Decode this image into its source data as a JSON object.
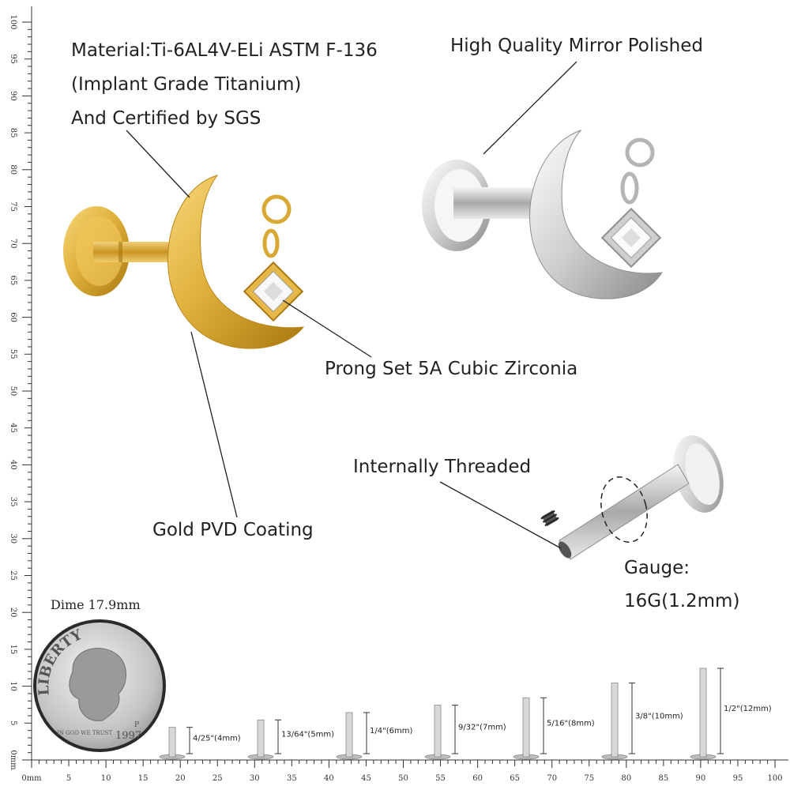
{
  "callouts": {
    "material_line1": "Material:Ti-6AL4V-ELi ASTM F-136",
    "material_line2": "(Implant Grade Titanium)",
    "material_line3": "And Certified by SGS",
    "polish": "High Quality Mirror Polished",
    "zirconia": "Prong Set 5A Cubic Zirconia",
    "gold": "Gold PVD Coating",
    "threaded": "Internally Threaded",
    "gauge_line1": "Gauge:",
    "gauge_line2": "16G(1.2mm)"
  },
  "dime": {
    "label": "Dime 17.9mm",
    "word_top": "LIBERTY",
    "motto": "IN GOD WE TRUST",
    "year": "1997",
    "mint": "P"
  },
  "ruler": {
    "left_labels": [
      "0mm",
      "5",
      "10",
      "15",
      "20",
      "25",
      "30",
      "35",
      "40",
      "45",
      "50",
      "55",
      "60",
      "65",
      "70",
      "75",
      "80",
      "85",
      "90",
      "95",
      "100"
    ],
    "bottom_labels": [
      "0mm",
      "5",
      "10",
      "15",
      "20",
      "25",
      "30",
      "35",
      "40",
      "45",
      "50",
      "55",
      "60",
      "65",
      "70",
      "75",
      "80",
      "85",
      "90",
      "95",
      "100"
    ]
  },
  "sizes": [
    {
      "label": "4/25\"(4mm)",
      "mm": 4
    },
    {
      "label": "13/64\"(5mm)",
      "mm": 5
    },
    {
      "label": "1/4\"(6mm)",
      "mm": 6
    },
    {
      "label": "9/32\"(7mm)",
      "mm": 7
    },
    {
      "label": "5/16\"(8mm)",
      "mm": 8
    },
    {
      "label": "3/8\"(10mm)",
      "mm": 10
    },
    {
      "label": "1/2\"(12mm)",
      "mm": 12
    }
  ],
  "colors": {
    "gold": "#e0b13c",
    "gold_dark": "#b9861c",
    "silver": "#d6d6d6",
    "silver_dark": "#8e8e8e"
  }
}
